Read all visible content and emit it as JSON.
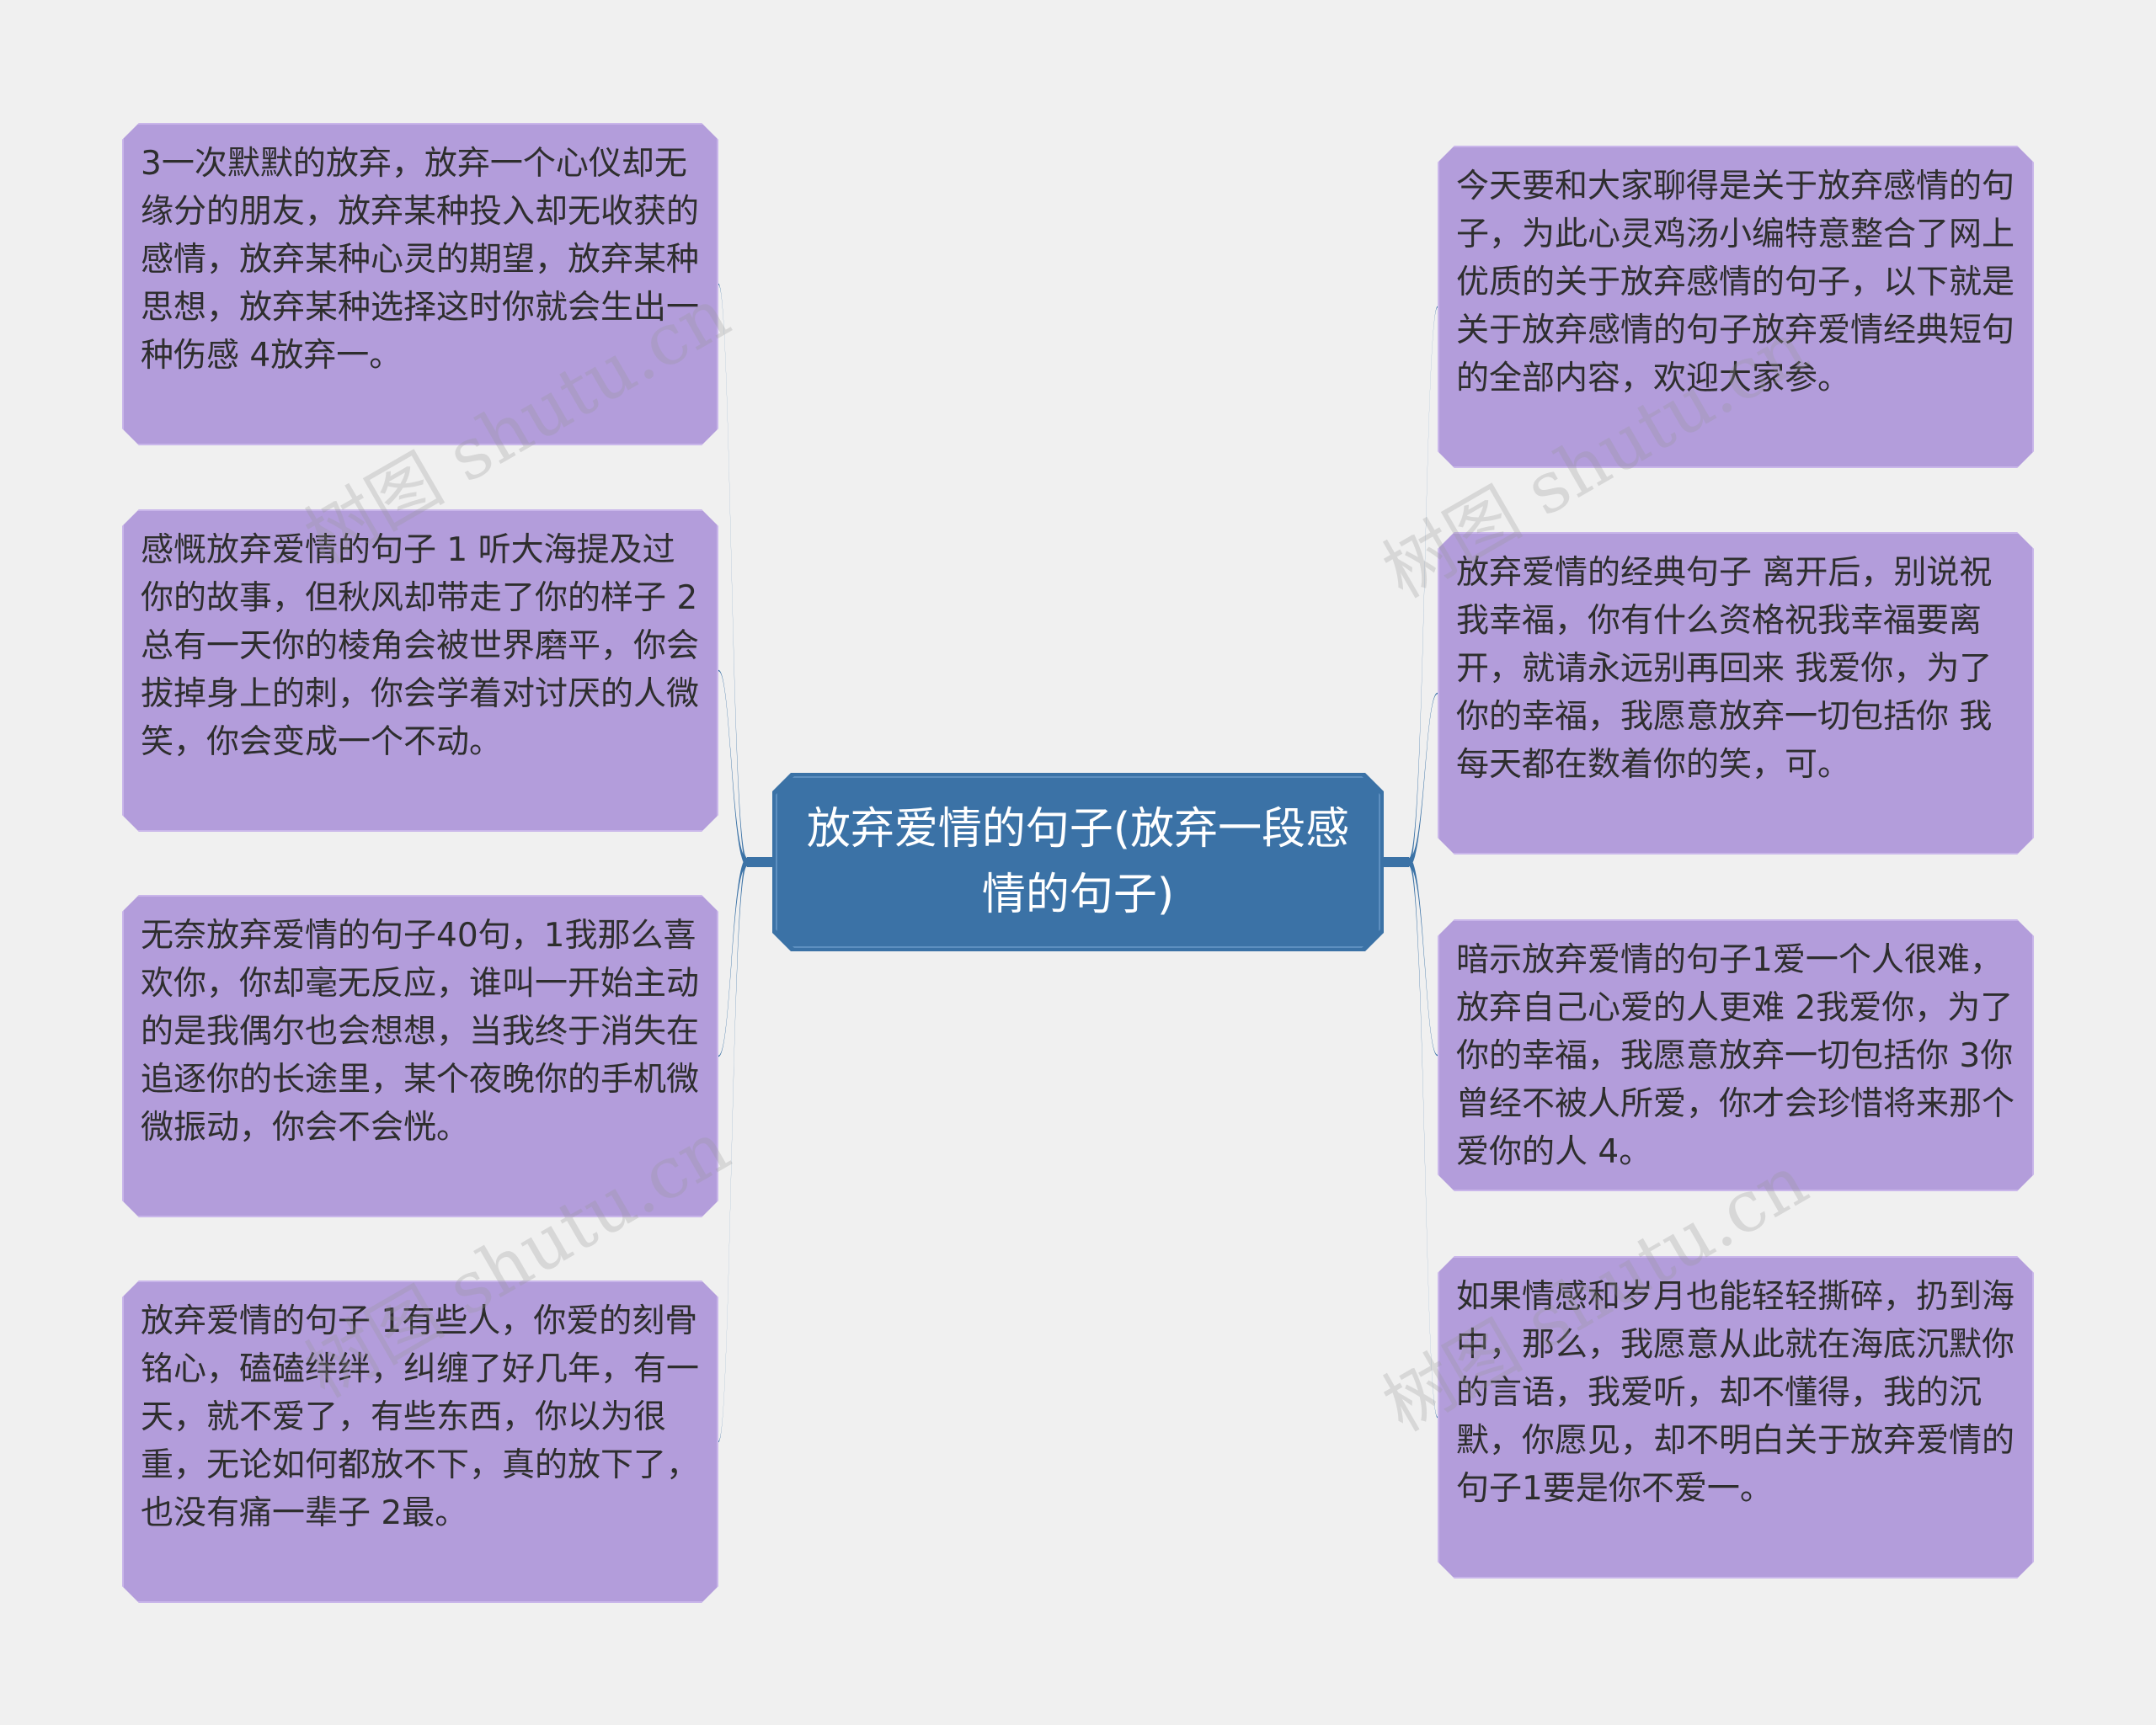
{
  "root": {
    "text": "放弃爱情的句子(放弃一段感情的句子)"
  },
  "left_nodes": [
    {
      "text": "3一次默默的放弃，放弃一个心仪却无缘分的朋友，放弃某种投入却无收获的感情，放弃某种心灵的期望，放弃某种思想，放弃某种选择这时你就会生出一种伤感 4放弃一。"
    },
    {
      "text": "感慨放弃爱情的句子 1 听大海提及过你的故事，但秋风却带走了你的样子 2 总有一天你的棱角会被世界磨平，你会拔掉身上的刺，你会学着对讨厌的人微笑，你会变成一个不动。"
    },
    {
      "text": "无奈放弃爱情的句子40句，1我那么喜欢你，你却毫无反应，谁叫一开始主动的是我偶尔也会想想，当我终于消失在追逐你的长途里，某个夜晚你的手机微微振动，你会不会恍。"
    },
    {
      "text": "放弃爱情的句子 1有些人，你爱的刻骨铭心，磕磕绊绊，纠缠了好几年，有一天，就不爱了，有些东西，你以为很重，无论如何都放不下，真的放下了，也没有痛一辈子 2最。"
    }
  ],
  "right_nodes": [
    {
      "text": "今天要和大家聊得是关于放弃感情的句子，为此心灵鸡汤小编特意整合了网上优质的关于放弃感情的句子，以下就是关于放弃感情的句子放弃爱情经典短句的全部内容，欢迎大家参。"
    },
    {
      "text": "放弃爱情的经典句子 离开后，别说祝我幸福，你有什么资格祝我幸福要离开，就请永远别再回来 我爱你，为了你的幸福，我愿意放弃一切包括你 我每天都在数着你的笑，可。"
    },
    {
      "text": "暗示放弃爱情的句子1爱一个人很难，放弃自己心爱的人更难 2我爱你，为了你的幸福，我愿意放弃一切包括你 3你曾经不被人所爱，你才会珍惜将来那个爱你的人 4。"
    },
    {
      "text": "如果情感和岁月也能轻轻撕碎，扔到海中，那么，我愿意从此就在海底沉默你的言语，我爱听，却不懂得，我的沉默，你愿见，却不明白关于放弃爱情的句子1要是你不爱一。"
    }
  ],
  "watermark": "树图 shutu.cn",
  "colors": {
    "root": "#3b72a6",
    "node": "#b39ddb",
    "connector": "#3b72a6",
    "background": "#f0f0f0"
  }
}
